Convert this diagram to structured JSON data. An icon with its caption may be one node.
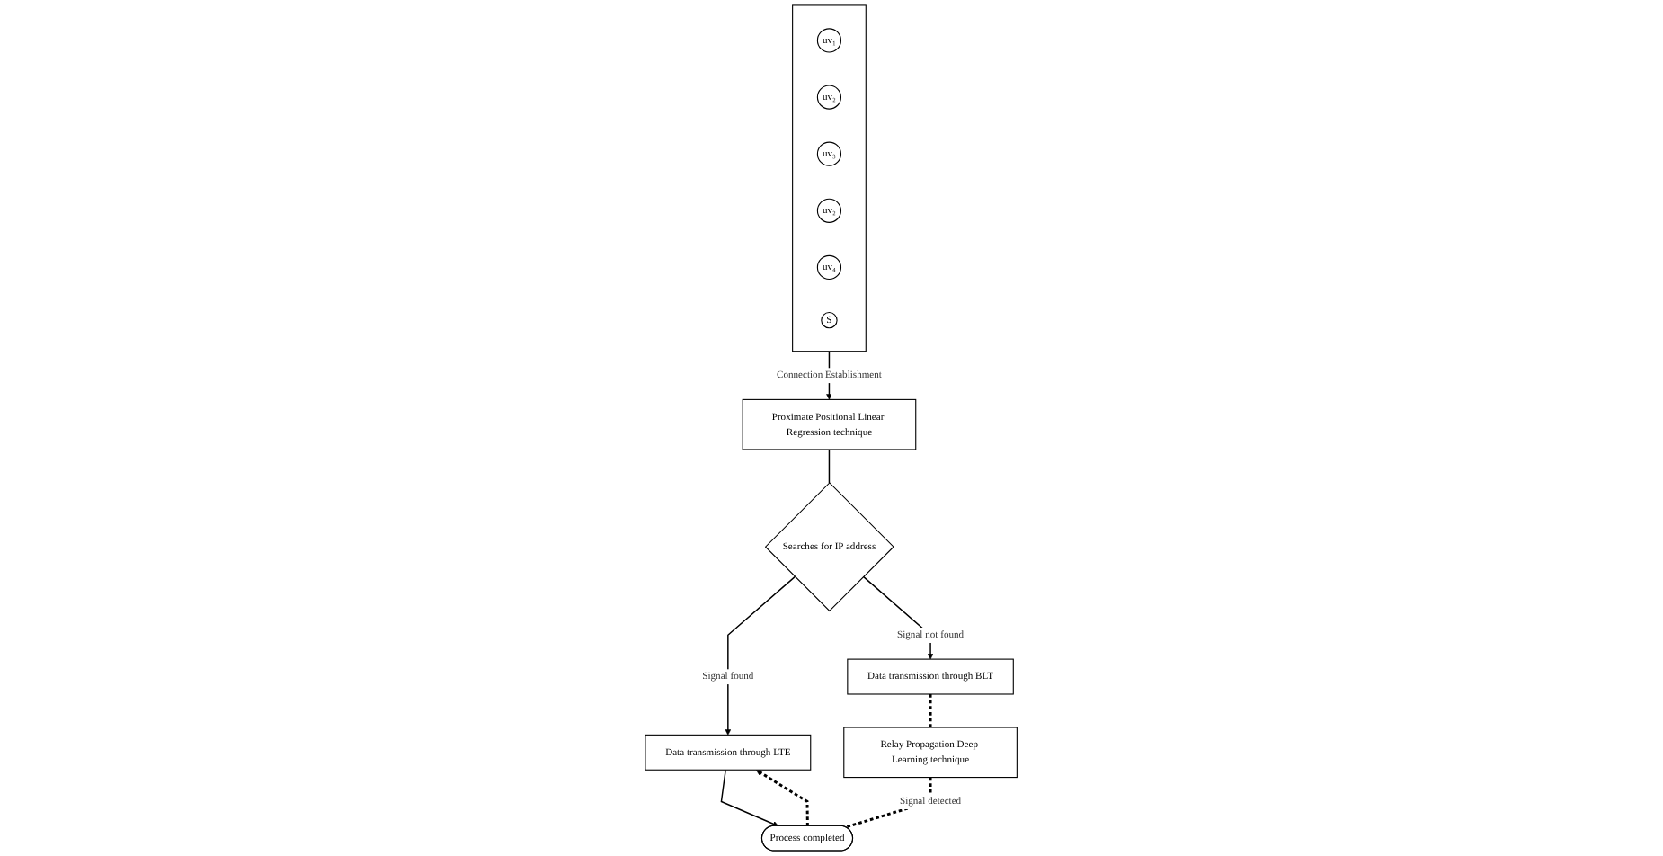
{
  "diagram": {
    "nodes": [
      {
        "text": [],
        "shape": "box"
      },
      {
        "text": [
          "uv₁"
        ],
        "in": 0
      },
      {
        "text": [
          "uv₂"
        ],
        "in": 0
      },
      {
        "text": [
          "uv₃"
        ],
        "in": 0
      },
      {
        "text": [
          "uv₂"
        ],
        "in": 0
      },
      {
        "text": [
          "uv₄"
        ],
        "in": 0
      },
      {
        "text": [
          "S"
        ],
        "in": 0
      },
      {
        "text": [
          "Proximate Positional Linear Regression technique"
        ]
      },
      {
        "text": [
          "Searches for IP address"
        ]
      },
      {
        "text": [
          "Data transmission through LTE"
        ]
      },
      {
        "text": [
          "Data transmission through BLT"
        ]
      },
      {
        "text": [
          "Relay Propagation Deep Learning technique"
        ]
      },
      {
        "text": [
          "Process completed"
        ]
      }
    ],
    "edges": [
      {
        "from": 0,
        "to": 7,
        "arrow": "to",
        "label": "Connection Establishment"
      },
      {
        "from": 7,
        "to": 8,
        "arrow": "none"
      },
      {
        "from": 8,
        "to": 9,
        "arrow": "to",
        "label": "Signal found"
      },
      {
        "from": 8,
        "to": 10,
        "arrow": "to",
        "label": "Signal not found"
      },
      {
        "from": 9,
        "to": 12,
        "arrow": "to"
      },
      {
        "from": 12,
        "to": 9,
        "arrow": "to",
        "style": "dashed"
      },
      {
        "from": 10,
        "to": 11,
        "arrow": "none",
        "style": "dashed"
      },
      {
        "from": 11,
        "to": 12,
        "arrow": "none",
        "style": "dashed",
        "label": "Signal detected"
      }
    ]
  }
}
